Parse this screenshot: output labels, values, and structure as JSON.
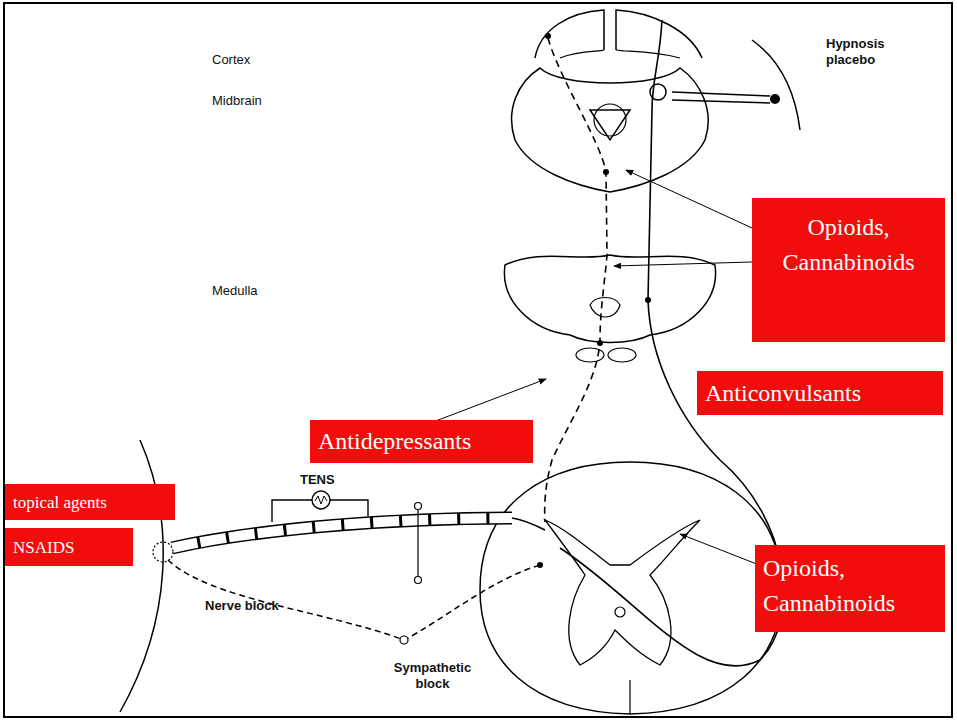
{
  "diagram": {
    "nodes": [
      {
        "text": [
          "Opioids, Cannabinoids"
        ]
      },
      {
        "text": [
          "Anticonvulsants"
        ]
      },
      {
        "text": [
          "Antidepressants"
        ]
      },
      {
        "text": [
          "topical agents"
        ]
      },
      {
        "text": [
          "NSAIDS"
        ]
      },
      {
        "text": [
          "Opioids, Cannabinoids"
        ]
      }
    ],
    "labels": [
      "Cortex",
      "Hypnosis placebo",
      "Midbrain",
      "Medulla",
      "TENS",
      "Nerve block",
      "Sympathetic block"
    ]
  }
}
